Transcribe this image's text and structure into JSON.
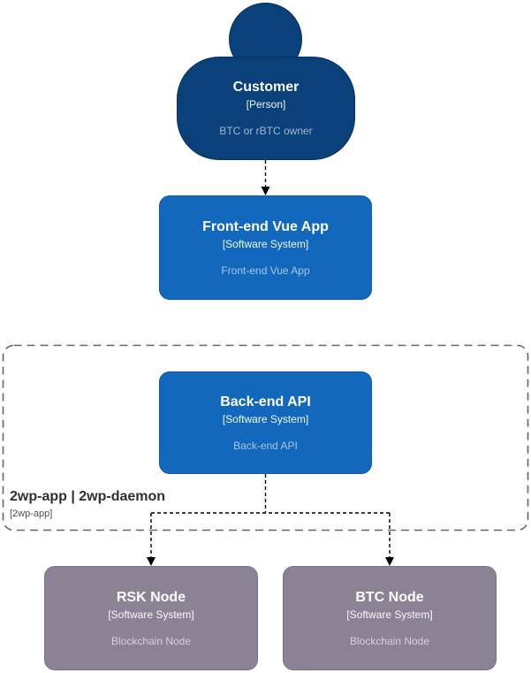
{
  "diagram": {
    "nodes": {
      "customer": {
        "title": "Customer",
        "meta": "[Person]",
        "desc": "BTC or rBTC owner"
      },
      "frontend": {
        "title": "Front-end Vue App",
        "meta": "[Software System]",
        "desc": "Front-end Vue App"
      },
      "backend": {
        "title": "Back-end API",
        "meta": "[Software System]",
        "desc": "Back-end API"
      },
      "rsk_node": {
        "title": "RSK Node",
        "meta": "[Software System]",
        "desc": "Blockchain Node"
      },
      "btc_node": {
        "title": "BTC Node",
        "meta": "[Software System]",
        "desc": "Blockchain Node"
      }
    },
    "boundary": {
      "title": "2wp-app | 2wp-daemon",
      "meta": "[2wp-app]"
    },
    "colors": {
      "person_fill": "#0a417a",
      "person_stroke": "#06305c",
      "system_fill": "#1168bd",
      "system_stroke": "#0d589f",
      "external_fill": "#8b8395",
      "external_stroke": "#7a7287",
      "connector": "#000000",
      "boundary_border": "#666666",
      "boundary_title": "#2f2f2f",
      "boundary_meta": "#4f4f4f",
      "canvas_bg": "#ffffff"
    }
  }
}
